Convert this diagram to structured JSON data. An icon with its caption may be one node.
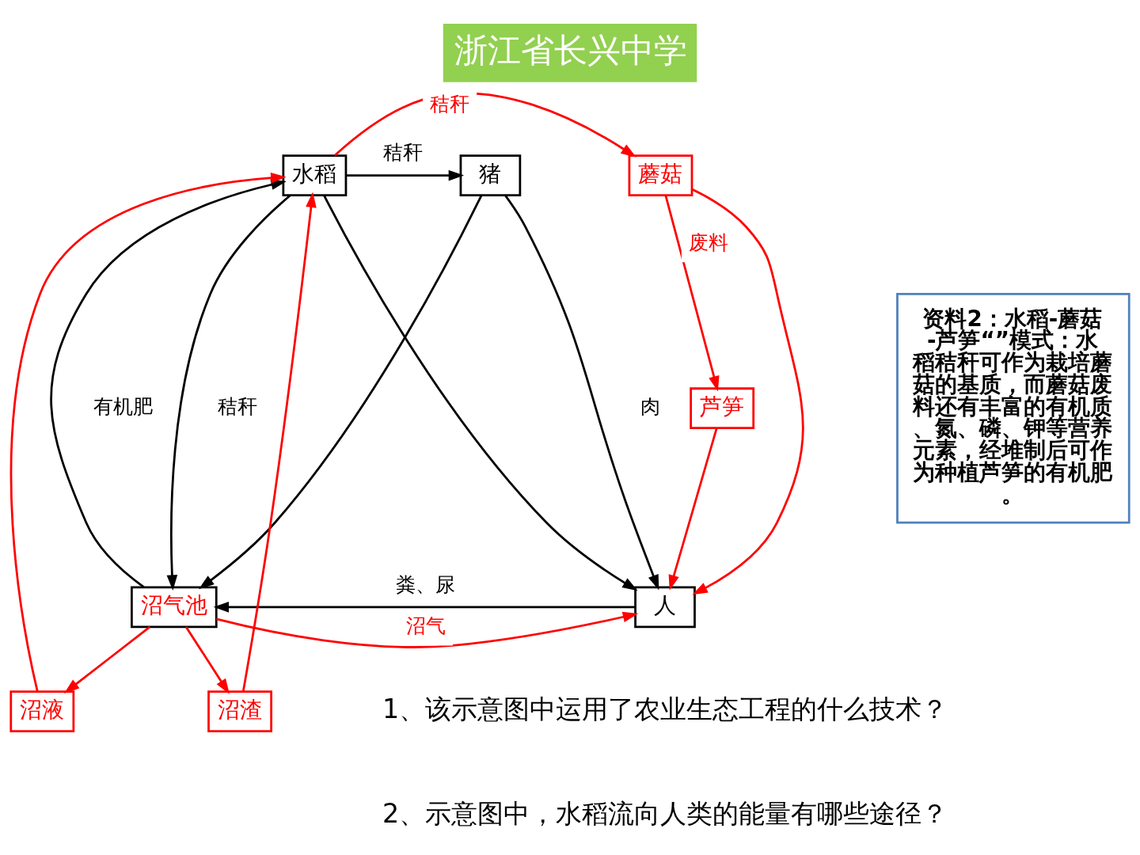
{
  "diagram": {
    "title": "浙江省长兴中学",
    "nodes": [
      {
        "text": [
          "水稻"
        ]
      },
      {
        "text": [
          "猪"
        ]
      },
      {
        "text": [
          "沼气池"
        ]
      },
      {
        "text": [
          "人"
        ]
      },
      {
        "text": [
          "沼渣"
        ]
      },
      {
        "text": [
          "沼液"
        ]
      },
      {
        "text": [
          "蘑菇"
        ]
      },
      {
        "text": [
          "芦笋"
        ]
      },
      {
        "text": [
          "资料2：水稻-蘑菇-芦笋“”模式：水稻秸秆可作为栽培蘑菇的基质，而蘑菇废料还有丰富的有机质、氮、磷、钾等营养元素，经堆制后可作为种植芦笋的有机肥。"
        ]
      }
    ],
    "edges": [
      {
        "from": 0,
        "to": 1,
        "arrow": "to",
        "label": "秸秆",
        "color": "#000000"
      },
      {
        "from": 0,
        "to": 2,
        "arrow": "to",
        "label": "秸秆",
        "color": "#000000"
      },
      {
        "from": 2,
        "to": 0,
        "arrow": "to",
        "label": "有机肥",
        "color": "#000000"
      },
      {
        "from": 0,
        "to": 3,
        "arrow": "to",
        "color": "#000000"
      },
      {
        "from": 1,
        "to": 2,
        "arrow": "to",
        "color": "#000000"
      },
      {
        "from": 1,
        "to": 3,
        "arrow": "to",
        "label": "肉",
        "color": "#000000"
      },
      {
        "from": 3,
        "to": 2,
        "arrow": "to",
        "label": "粪、尿",
        "color": "#000000"
      },
      {
        "from": 0,
        "to": 6,
        "arrow": "to",
        "label": "秸秆",
        "color": "#ff0000"
      },
      {
        "from": 6,
        "to": 7,
        "arrow": "to",
        "label": "废料",
        "color": "#ff0000"
      },
      {
        "from": 7,
        "to": 3,
        "arrow": "to",
        "color": "#ff0000"
      },
      {
        "from": 6,
        "to": 3,
        "arrow": "to",
        "color": "#ff0000"
      },
      {
        "from": 2,
        "to": 3,
        "arrow": "to",
        "label": "沼气",
        "color": "#ff0000"
      },
      {
        "from": 2,
        "to": 4,
        "arrow": "to",
        "color": "#ff0000"
      },
      {
        "from": 2,
        "to": 5,
        "arrow": "to",
        "color": "#ff0000"
      },
      {
        "from": 4,
        "to": 0,
        "arrow": "to",
        "color": "#ff0000"
      },
      {
        "from": 5,
        "to": 0,
        "arrow": "to",
        "color": "#ff0000"
      }
    ],
    "labels": [
      "1、该示意图中运用了农业生态工程的什么技术？",
      "2、示意图中，水稻流向人类的能量有哪些途径？"
    ]
  }
}
